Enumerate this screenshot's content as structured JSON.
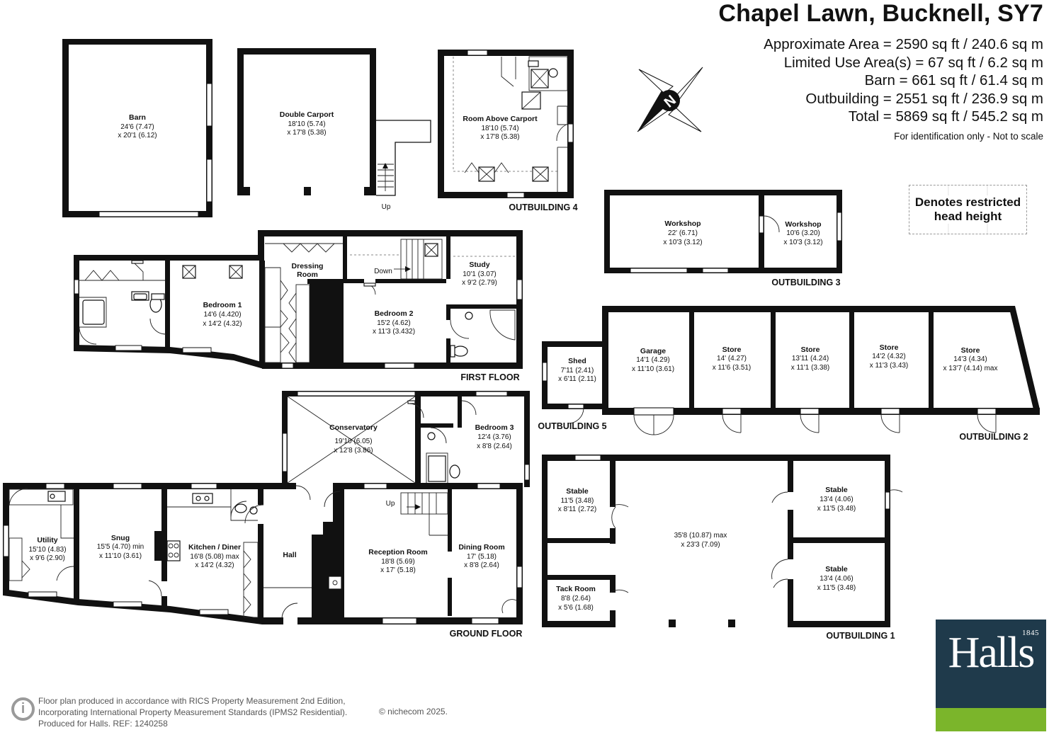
{
  "header": {
    "title": "Chapel Lawn, Bucknell, SY7",
    "areas": [
      "Approximate Area = 2590 sq ft / 240.6 sq m",
      "Limited Use Area(s) = 67 sq ft / 6.2 sq m",
      "Barn = 661 sq ft / 61.4 sq m",
      "Outbuilding = 2551 sq ft / 236.9 sq m",
      "Total = 5869 sq ft / 545.2 sq m"
    ],
    "note": "For identification only - Not to scale"
  },
  "legend": {
    "line1": "Denotes restricted",
    "line2": "head height"
  },
  "compass": {
    "letter": "N"
  },
  "floor_labels": {
    "ground": "GROUND FLOOR",
    "first": "FIRST FLOOR",
    "out1": "OUTBUILDING 1",
    "out2": "OUTBUILDING 2",
    "out3": "OUTBUILDING 3",
    "out4": "OUTBUILDING 4",
    "out5": "OUTBUILDING 5"
  },
  "stair_labels": {
    "up_carport": "Up",
    "down_first": "Down",
    "up_ground": "Up"
  },
  "rooms": {
    "barn": {
      "name": "Barn",
      "d1": "24'6 (7.47)",
      "d2": "x 20'1 (6.12)"
    },
    "carport": {
      "name": "Double Carport",
      "d1": "18'10 (5.74)",
      "d2": "x 17'8 (5.38)"
    },
    "room_above": {
      "name": "Room Above Carport",
      "d1": "18'10 (5.74)",
      "d2": "x 17'8 (5.38)"
    },
    "workshop1": {
      "name": "Workshop",
      "d1": "22' (6.71)",
      "d2": "x 10'3 (3.12)"
    },
    "workshop2": {
      "name": "Workshop",
      "d1": "10'6 (3.20)",
      "d2": "x 10'3 (3.12)"
    },
    "bedroom1": {
      "name": "Bedroom 1",
      "d1": "14'6 (4.420)",
      "d2": "x 14'2 (4.32)"
    },
    "dressing": {
      "name1": "Dressing",
      "name2": "Room"
    },
    "bedroom2": {
      "name": "Bedroom 2",
      "d1": "15'2 (4.62)",
      "d2": "x 11'3 (3.432)"
    },
    "study": {
      "name": "Study",
      "d1": "10'1 (3.07)",
      "d2": "x 9'2  (2.79)"
    },
    "shed": {
      "name": "Shed",
      "d1": "7'11 (2.41)",
      "d2": "x 6'11 (2.11)"
    },
    "garage": {
      "name": "Garage",
      "d1": "14'1 (4.29)",
      "d2": "x 11'10 (3.61)"
    },
    "store1": {
      "name": "Store",
      "d1": "14' (4.27)",
      "d2": "x 11'6 (3.51)"
    },
    "store2": {
      "name": "Store",
      "d1": "13'11 (4.24)",
      "d2": "x 11'1 (3.38)"
    },
    "store3": {
      "name": "Store",
      "d1": "14'2 (4.32)",
      "d2": "x 11'3 (3.43)"
    },
    "store4": {
      "name": "Store",
      "d1": "14'3 (4.34)",
      "d2": "x 13'7 (4.14) max"
    },
    "conservatory": {
      "name": "Conservatory",
      "d1": "19'10 (6.05)",
      "d2": "x 12'8 (3.86)"
    },
    "bedroom3": {
      "name": "Bedroom 3",
      "d1": "12'4 (3.76)",
      "d2": "x 8'8 (2.64)"
    },
    "utility": {
      "name": "Utility",
      "d1": "15'10 (4.83)",
      "d2": "x 9'6 (2.90)"
    },
    "snug": {
      "name": "Snug",
      "d1": "15'5 (4.70) min",
      "d2": "x 11'10 (3.61)"
    },
    "kitchen": {
      "name": "Kitchen / Diner",
      "d1": "16'8 (5.08) max",
      "d2": "x 14'2 (4.32)"
    },
    "hall": {
      "name": "Hall"
    },
    "reception": {
      "name": "Reception Room",
      "d1": "18'8 (5.69)",
      "d2": "x 17' (5.18)"
    },
    "dining": {
      "name": "Dining Room",
      "d1": "17' (5.18)",
      "d2": "x 8'8 (2.64)"
    },
    "stable1": {
      "name": "Stable",
      "d1": "11'5 (3.48)",
      "d2": "x 8'11 (2.72)"
    },
    "tack": {
      "name": "Tack Room",
      "d1": "8'8 (2.64)",
      "d2": "x 5'6 (1.68)"
    },
    "out1_main": {
      "d1": "35'8 (10.87) max",
      "d2": "x 23'3 (7.09)"
    },
    "stable2": {
      "name": "Stable",
      "d1": "13'4 (4.06)",
      "d2": "x 11'5 (3.48)"
    },
    "stable3": {
      "name": "Stable",
      "d1": "13'4 (4.06)",
      "d2": "x 11'5 (3.48)"
    }
  },
  "footer": {
    "badge": "i",
    "lines": [
      "Floor plan produced in accordance with RICS Property Measurement 2nd Edition,",
      "Incorporating International Property Measurement Standards (IPMS2 Residential).",
      "Produced for Halls.   REF:  1240258"
    ],
    "copyright": "© nichecom 2025."
  },
  "logo": {
    "text": "Halls",
    "year": "1845",
    "colors": {
      "navy": "#1f3a4b",
      "green": "#7bb52b"
    }
  },
  "colors": {
    "wall": "#111111",
    "background": "#ffffff",
    "dashed": "#9a9a9a"
  }
}
